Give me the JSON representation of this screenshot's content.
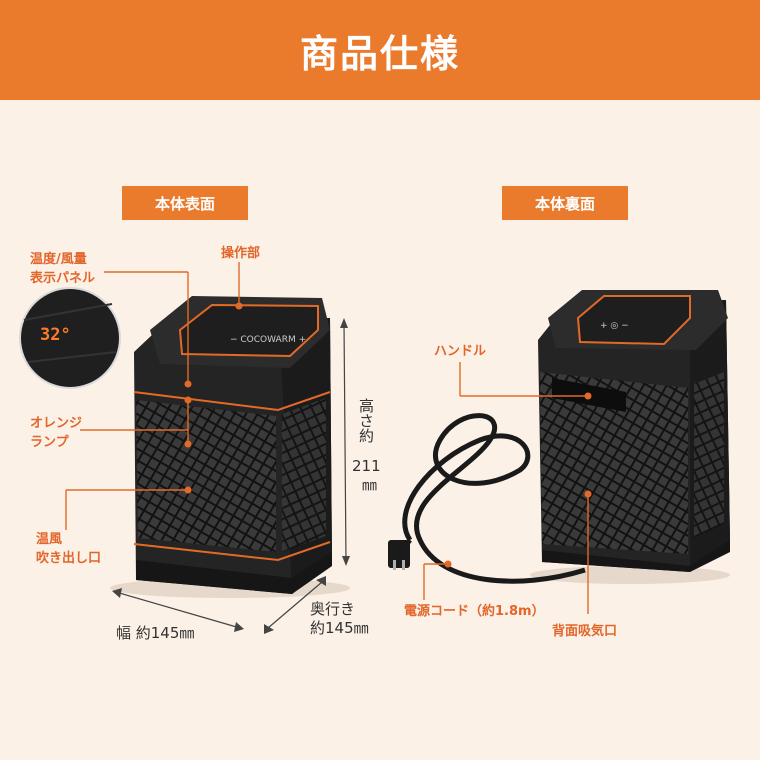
{
  "banner": {
    "title": "商品仕様"
  },
  "front": {
    "tag": "本体表面",
    "labels": {
      "panel_line1": "温度/風量",
      "panel_line2": "表示パネル",
      "controls": "操作部",
      "lamp_line1": "オレンジ",
      "lamp_line2": "ランプ",
      "outlet_line1": "温風",
      "outlet_line2": "吹き出し口"
    },
    "display_readout": "32°",
    "dimensions": {
      "height_label": "高さ約",
      "height_value": "211",
      "height_unit": "㎜",
      "width": "幅 約145㎜",
      "depth_line1": "奥行き",
      "depth_line2": "約145㎜"
    }
  },
  "back": {
    "tag": "本体裏面",
    "labels": {
      "handle": "ハンドル",
      "cord": "電源コード（約1.8m）",
      "intake": "背面吸気口"
    }
  },
  "colors": {
    "accent": "#ea7a2c",
    "label": "#e2662a",
    "background": "#fbf1e7",
    "body": "#262626"
  }
}
